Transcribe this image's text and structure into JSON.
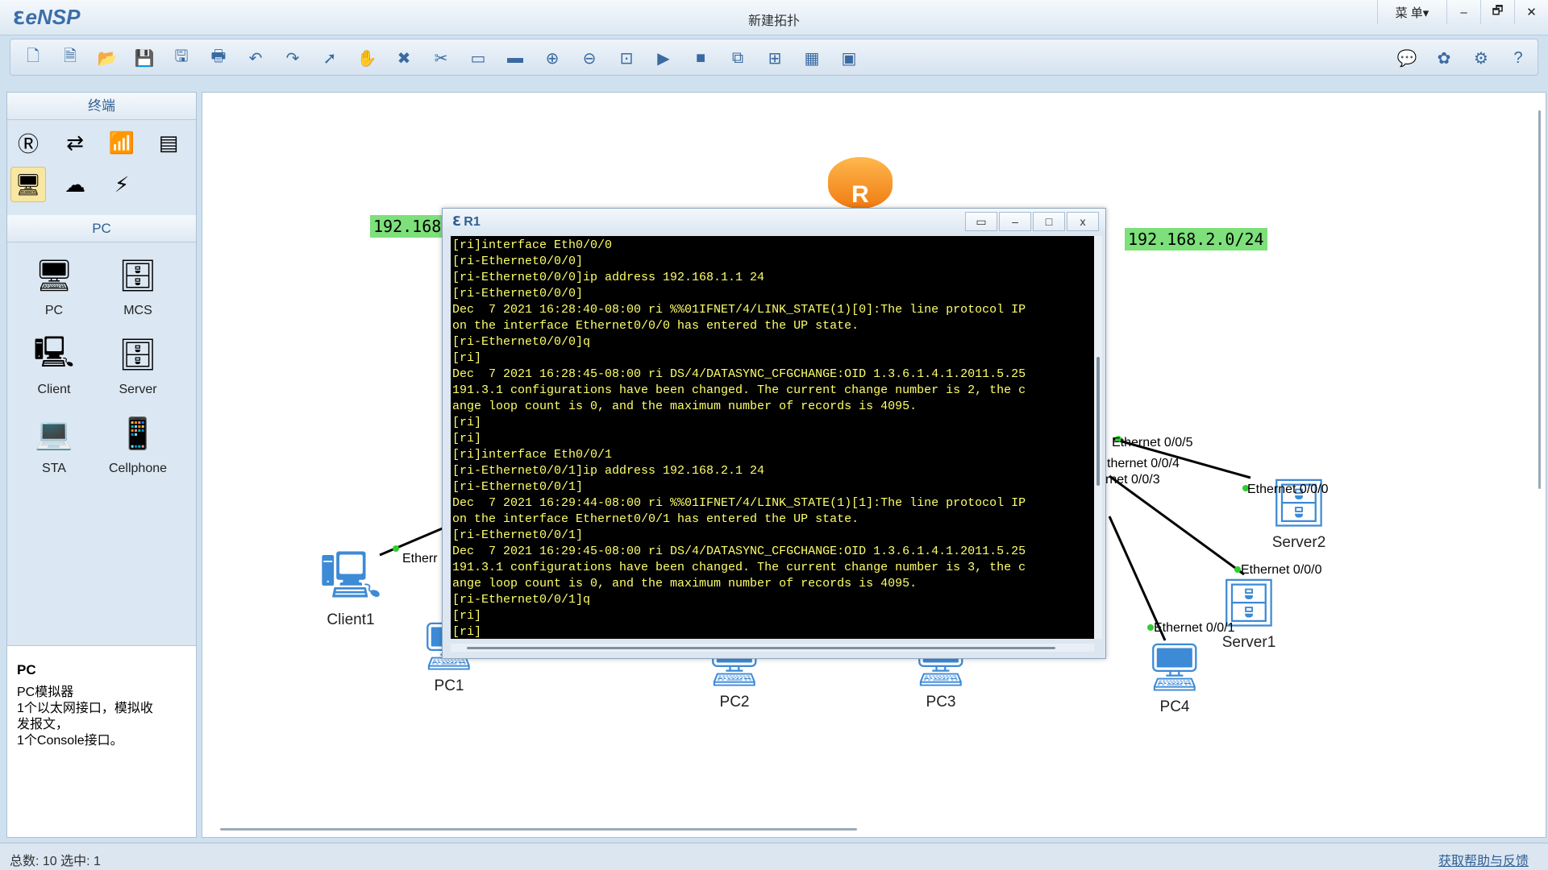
{
  "app": {
    "logo_text": "eNSP",
    "window_title": "新建拓扑",
    "menu_label": "菜 单▾",
    "minimize": "–",
    "restore": "🗗",
    "close": "✕"
  },
  "toolbar": {
    "left_icons": [
      {
        "name": "new-topology-icon",
        "glyph": "🗋"
      },
      {
        "name": "new-example-icon",
        "glyph": "🗎"
      },
      {
        "name": "open-icon",
        "glyph": "📂"
      },
      {
        "name": "save-icon",
        "glyph": "💾"
      },
      {
        "name": "save-as-icon",
        "glyph": "🖫"
      },
      {
        "name": "print-icon",
        "glyph": "🖶"
      },
      {
        "name": "undo-icon",
        "glyph": "↶"
      },
      {
        "name": "redo-icon",
        "glyph": "↷"
      },
      {
        "name": "select-icon",
        "glyph": "➚"
      },
      {
        "name": "hand-icon",
        "glyph": "✋"
      },
      {
        "name": "delete-icon",
        "glyph": "✖"
      },
      {
        "name": "delete-link-icon",
        "glyph": "✂"
      },
      {
        "name": "text-icon",
        "glyph": "▭"
      },
      {
        "name": "palette-icon",
        "glyph": "▬"
      },
      {
        "name": "zoom-in-icon",
        "glyph": "⊕"
      },
      {
        "name": "zoom-out-icon",
        "glyph": "⊖"
      },
      {
        "name": "fit-icon",
        "glyph": "⊡"
      },
      {
        "name": "start-icon",
        "glyph": "▶"
      },
      {
        "name": "stop-icon",
        "glyph": "■"
      },
      {
        "name": "capture-icon",
        "glyph": "⧉"
      },
      {
        "name": "topology-icon",
        "glyph": "⊞"
      },
      {
        "name": "grid-icon",
        "glyph": "▦"
      },
      {
        "name": "terminal-icon",
        "glyph": "▣"
      }
    ],
    "right_icons": [
      {
        "name": "chat-icon",
        "glyph": "💬"
      },
      {
        "name": "huawei-icon",
        "glyph": "✿"
      },
      {
        "name": "settings-icon",
        "glyph": "⚙"
      },
      {
        "name": "help-icon",
        "glyph": "?"
      }
    ]
  },
  "sidebar": {
    "section1_title": "终端",
    "section1_devices": [
      {
        "name": "router-device-icon",
        "glyph": "Ⓡ"
      },
      {
        "name": "switch-device-icon",
        "glyph": "⇄"
      },
      {
        "name": "wlan-device-icon",
        "glyph": "📶"
      },
      {
        "name": "firewall-device-icon",
        "glyph": "▤"
      },
      {
        "name": "terminal-device-icon",
        "glyph": "🖥"
      },
      {
        "name": "cloud-device-icon",
        "glyph": "☁"
      },
      {
        "name": "link-device-icon",
        "glyph": "⚡"
      }
    ],
    "section2_title": "PC",
    "pc_items": [
      {
        "name": "pc",
        "label": "PC",
        "glyph": "🖥"
      },
      {
        "name": "mcs",
        "label": "MCS",
        "glyph": "🗄"
      },
      {
        "name": "client",
        "label": "Client",
        "glyph": "🖳"
      },
      {
        "name": "server",
        "label": "Server",
        "glyph": "🗄"
      },
      {
        "name": "sta",
        "label": "STA",
        "glyph": "💻"
      },
      {
        "name": "cellphone",
        "label": "Cellphone",
        "glyph": "📱"
      }
    ],
    "info": {
      "title": "PC",
      "lines": [
        "PC模拟器",
        "1个以太网接口，模拟收",
        "发报文，",
        "1个Console接口。"
      ]
    }
  },
  "canvas": {
    "net_labels": [
      "192.168",
      "192.168.2.0/24"
    ],
    "nodes": [
      {
        "name": "client1",
        "label": "Client1",
        "glyph": "🖳"
      },
      {
        "name": "pc1",
        "label": "PC1",
        "glyph": "🖥"
      },
      {
        "name": "pc2",
        "label": "PC2",
        "glyph": "🖥"
      },
      {
        "name": "pc3",
        "label": "PC3",
        "glyph": "🖥"
      },
      {
        "name": "pc4",
        "label": "PC4",
        "glyph": "🖥"
      },
      {
        "name": "server1",
        "label": "Server1",
        "glyph": "🗄"
      },
      {
        "name": "server2",
        "label": "Server2",
        "glyph": "🗄"
      },
      {
        "name": "router",
        "label": "",
        "glyph": "R"
      }
    ],
    "ports": [
      "Etherr",
      "Ethernet 0/0/5",
      "thernet 0/0/4",
      "rnet 0/0/3",
      "Ethernet 0/0/0",
      "Ethernet 0/0/0",
      "Ethernet 0/0/1"
    ]
  },
  "terminal": {
    "title": "R1",
    "lines": [
      "[ri]interface Eth0/0/0",
      "[ri-Ethernet0/0/0]",
      "[ri-Ethernet0/0/0]ip address 192.168.1.1 24",
      "[ri-Ethernet0/0/0]",
      "Dec  7 2021 16:28:40-08:00 ri %%01IFNET/4/LINK_STATE(1)[0]:The line protocol IP",
      "on the interface Ethernet0/0/0 has entered the UP state.",
      "[ri-Ethernet0/0/0]q",
      "[ri]",
      "Dec  7 2021 16:28:45-08:00 ri DS/4/DATASYNC_CFGCHANGE:OID 1.3.6.1.4.1.2011.5.25",
      "191.3.1 configurations have been changed. The current change number is 2, the c",
      "ange loop count is 0, and the maximum number of records is 4095.",
      "[ri]",
      "[ri]",
      "[ri]interface Eth0/0/1",
      "[ri-Ethernet0/0/1]ip address 192.168.2.1 24",
      "[ri-Ethernet0/0/1]",
      "Dec  7 2021 16:29:44-08:00 ri %%01IFNET/4/LINK_STATE(1)[1]:The line protocol IP",
      "on the interface Ethernet0/0/1 has entered the UP state.",
      "[ri-Ethernet0/0/1]",
      "Dec  7 2021 16:29:45-08:00 ri DS/4/DATASYNC_CFGCHANGE:OID 1.3.6.1.4.1.2011.5.25",
      "191.3.1 configurations have been changed. The current change number is 3, the c",
      "ange loop count is 0, and the maximum number of records is 4095.",
      "[ri-Ethernet0/0/1]q",
      "[ri]",
      "[ri]"
    ]
  },
  "status": {
    "left": "总数: 10  选中: 1",
    "right": "获取帮助与反馈"
  }
}
